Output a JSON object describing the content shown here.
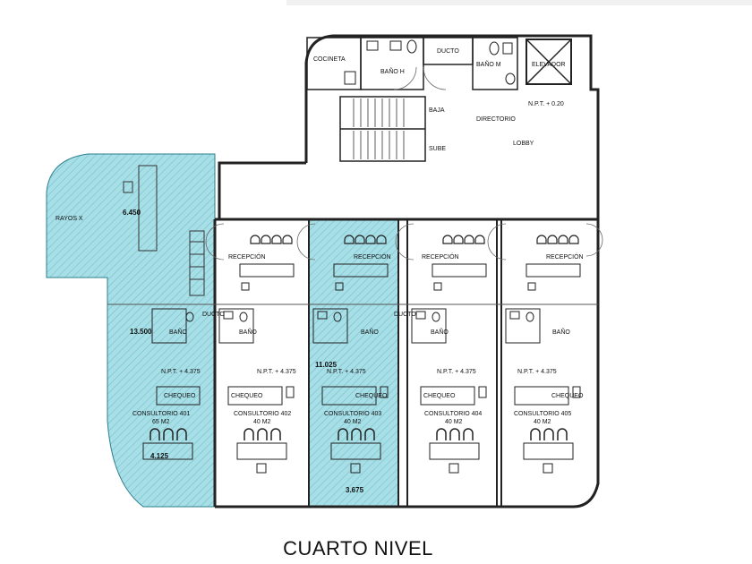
{
  "title": "CUARTO NIVEL",
  "colors": {
    "wall": "#222222",
    "highlight": "#9fdbe4",
    "hatch": "#7cc8d4",
    "paper": "#ffffff"
  },
  "rooms": {
    "cocineta": "COCINETA",
    "bano_h": "BAÑO H",
    "ducto": "DUCTO",
    "bano_m": "BAÑO M",
    "elevador": "ELEVADOR",
    "baja": "BAJA",
    "sube": "SUBE",
    "directorio": "DIRECTORIO",
    "npt_top": "N.P.T. + 0.20",
    "lobby": "LOBBY",
    "rayos_x": "RAYOS X"
  },
  "dimensions": {
    "d6450": "6.450",
    "d13500": "13.500",
    "d11025": "11.025",
    "d4125": "4.125",
    "d3675": "3.675"
  },
  "suites": [
    {
      "recepcion": "RECEPCIÓN",
      "bano": "BAÑO",
      "npt": "N.P.T. + 4.375",
      "chequeo": "CHEQUEO",
      "name": "CONSULTORIO 401",
      "area": "65 M2",
      "ducto": "DUCTO"
    },
    {
      "recepcion": "",
      "bano": "BAÑO",
      "npt": "N.P.T. + 4.375",
      "chequeo": "CHEQUEO",
      "name": "CONSULTORIO 402",
      "area": "40 M2",
      "ducto": ""
    },
    {
      "recepcion": "RECEPCIÓN",
      "bano": "BAÑO",
      "npt": "N.P.T. + 4.375",
      "chequeo": "CHEQUEO",
      "name": "CONSULTORIO 403",
      "area": "40 M2",
      "ducto": "DUCTO"
    },
    {
      "recepcion": "RECEPCIÓN",
      "bano": "BAÑO",
      "npt": "N.P.T. + 4.375",
      "chequeo": "CHEQUEO",
      "name": "CONSULTORIO 404",
      "area": "40 M2",
      "ducto": ""
    },
    {
      "recepcion": "RECEPCIÓN",
      "bano": "BAÑO",
      "npt": "N.P.T. + 4.375",
      "chequeo": "CHEQUEO",
      "name": "CONSULTORIO 405",
      "area": "40 M2",
      "ducto": ""
    }
  ]
}
